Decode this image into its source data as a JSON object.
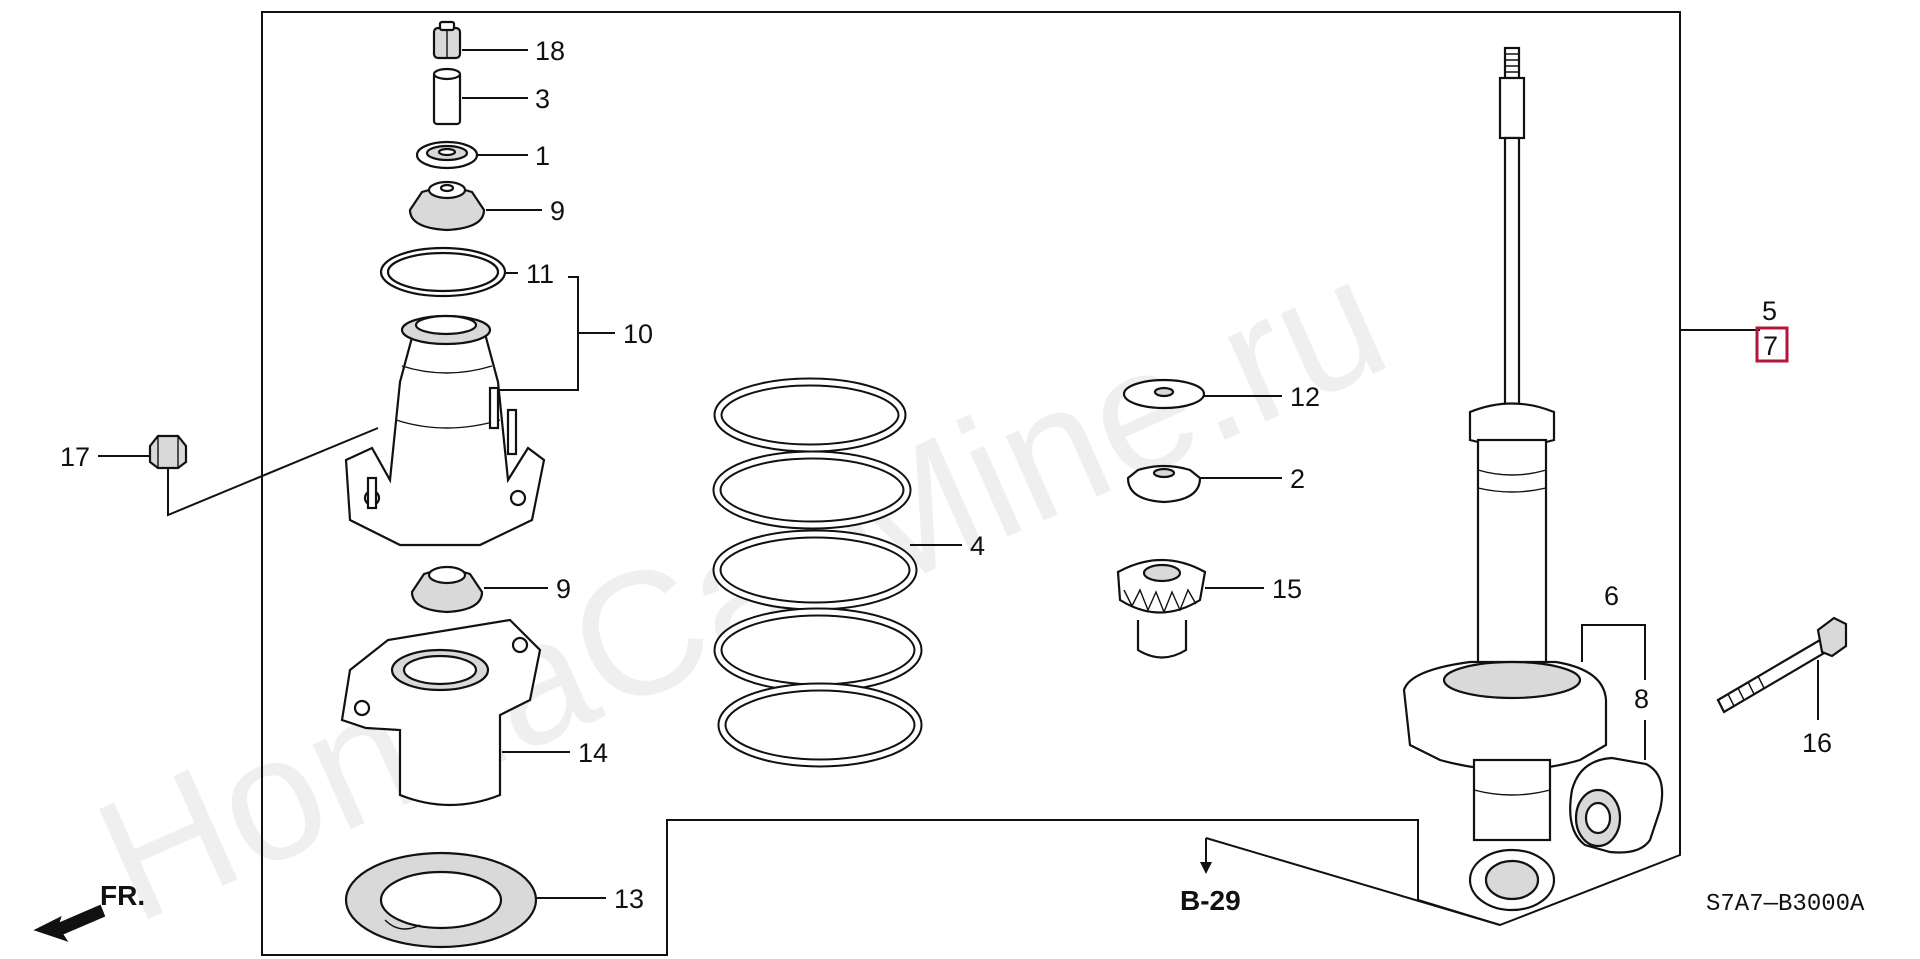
{
  "diagram": {
    "code": "S7A7—B3000A",
    "watermark": "HondaCarMine.ru",
    "front_label": "FR.",
    "reference": "B-29",
    "callouts": {
      "c18": "18",
      "c3": "3",
      "c1": "1",
      "c9a": "9",
      "c11": "11",
      "c10": "10",
      "c17": "17",
      "c9b": "9",
      "c14": "14",
      "c13": "13",
      "c4": "4",
      "c12": "12",
      "c2": "2",
      "c15": "15",
      "c5": "5",
      "c7": "7",
      "c6": "6",
      "c8": "8",
      "c16": "16"
    },
    "highlight_color": "#b3163a"
  }
}
